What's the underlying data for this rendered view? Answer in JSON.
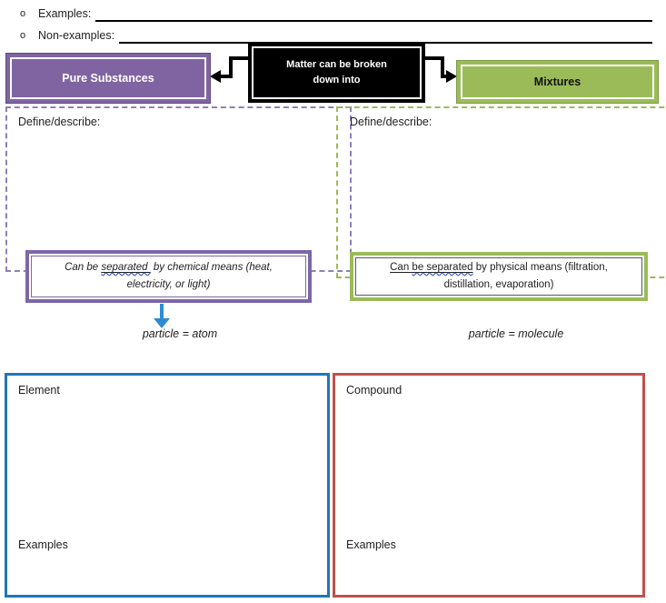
{
  "bullets": [
    {
      "marker": "o",
      "label": "Examples:"
    },
    {
      "marker": "o",
      "label": "Non-examples:"
    }
  ],
  "matter_box": {
    "line1": "Matter can be broken",
    "line2": "down into"
  },
  "pure_substances": {
    "title": "Pure Substances",
    "define_label": "Define/describe:",
    "separation_pre": "Can be ",
    "separation_underlined": "separated ",
    "separation_rest": " by chemical means (heat,",
    "separation_line2": "electricity, or light)",
    "particle_label": "particle = atom"
  },
  "mixtures": {
    "title": "Mixtures",
    "define_label": "Define/describe:",
    "separation_u_plain": "Can ",
    "separation_u_wavy": "be separated",
    "separation_rest": " by physical means (filtration,",
    "separation_line2": "distillation, evaporation)",
    "particle_label": "particle = molecule"
  },
  "element_box": {
    "title": "Element",
    "examples_label": "Examples"
  },
  "compound_box": {
    "title": "Compound",
    "examples_label": "Examples"
  },
  "colors": {
    "purple_fill": "#8064A2",
    "green_fill": "#9BBB59",
    "blue_box_border": "#1F75BB",
    "red_box_border": "#C0504D",
    "arrow_blue": "#2D8BD3",
    "connector_black": "#000000",
    "spellcheck_wavy_blue": "#3A5FCD"
  }
}
